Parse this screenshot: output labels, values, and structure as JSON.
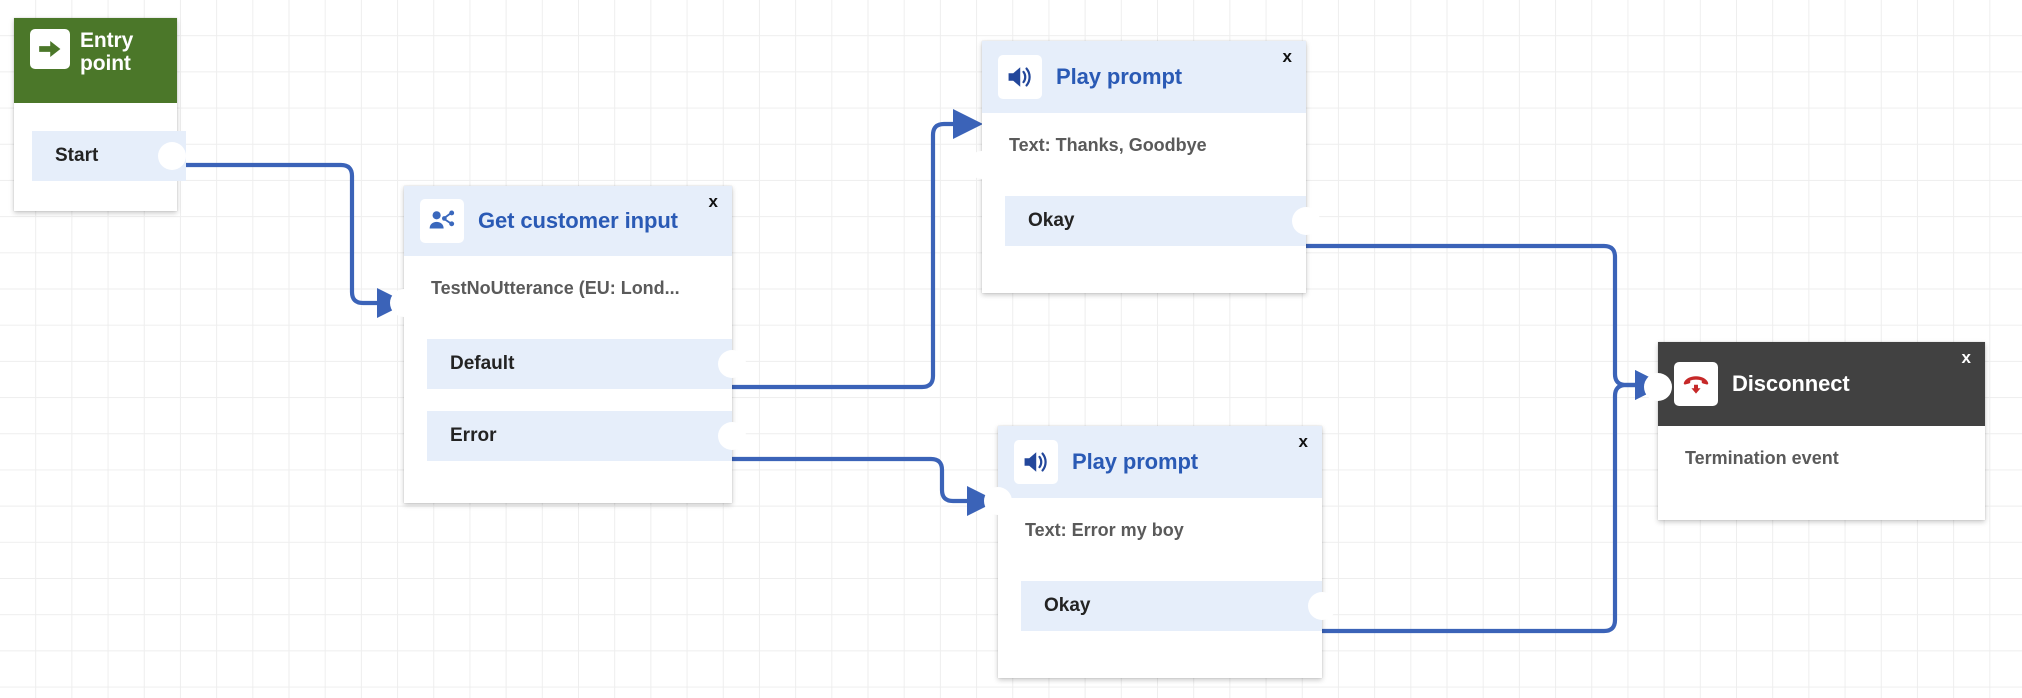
{
  "canvas": {
    "background": "#ffffff",
    "grid_color": "#eeeeee",
    "wire_color": "#3b63b8"
  },
  "nodes": [
    {
      "id": "entry-point",
      "type": "entry-point",
      "title": "Entry\npoint",
      "title_line1": "Entry",
      "title_line2": "point",
      "icon": "arrow-right-in-box-icon",
      "header_color": "#4b7729",
      "closable": false,
      "ports": [
        {
          "label": "Start",
          "kind": "output"
        }
      ]
    },
    {
      "id": "get-customer-input",
      "type": "get-customer-input",
      "title": "Get customer input",
      "icon": "user-branch-icon",
      "header_color": "#e6eefa",
      "title_color": "#2a5ab5",
      "close_label": "x",
      "closable": true,
      "body_text": "TestNoUtterance (EU: Lond...",
      "ports": [
        {
          "label": "Default",
          "kind": "output"
        },
        {
          "label": "Error",
          "kind": "output"
        }
      ]
    },
    {
      "id": "play-prompt-goodbye",
      "type": "play-prompt",
      "title": "Play prompt",
      "icon": "speaker-volume-icon",
      "header_color": "#e6eefa",
      "title_color": "#2a5ab5",
      "close_label": "x",
      "closable": true,
      "body_text": "Text: Thanks, Goodbye",
      "ports": [
        {
          "label": "Okay",
          "kind": "output"
        }
      ]
    },
    {
      "id": "play-prompt-error",
      "type": "play-prompt",
      "title": "Play prompt",
      "icon": "speaker-volume-icon",
      "header_color": "#e6eefa",
      "title_color": "#2a5ab5",
      "close_label": "x",
      "closable": true,
      "body_text": "Text: Error my boy",
      "ports": [
        {
          "label": "Okay",
          "kind": "output"
        }
      ]
    },
    {
      "id": "disconnect",
      "type": "disconnect",
      "title": "Disconnect",
      "icon": "phone-hangup-icon",
      "header_color": "#414141",
      "title_color": "#ffffff",
      "close_label": "x",
      "closable": true,
      "body_text": "Termination event",
      "ports": []
    }
  ],
  "connections": [
    {
      "from": "entry-point.Start",
      "to": "get-customer-input.in"
    },
    {
      "from": "get-customer-input.Default",
      "to": "play-prompt-goodbye.in"
    },
    {
      "from": "get-customer-input.Error",
      "to": "play-prompt-error.in"
    },
    {
      "from": "play-prompt-goodbye.Okay",
      "to": "disconnect.in"
    },
    {
      "from": "play-prompt-error.Okay",
      "to": "disconnect.in"
    }
  ]
}
